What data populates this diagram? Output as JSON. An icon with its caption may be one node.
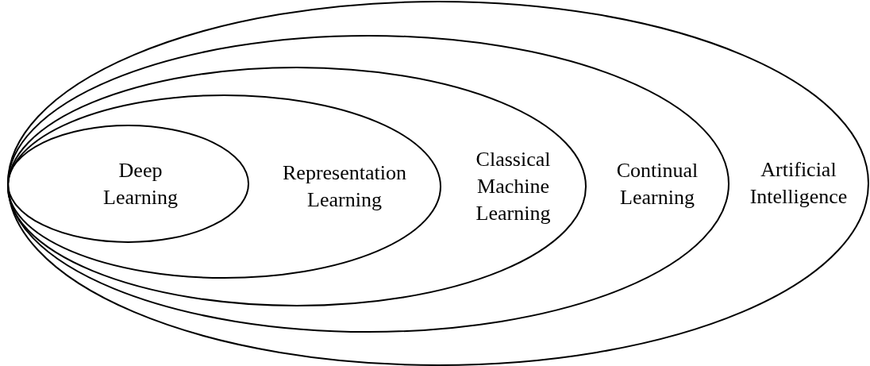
{
  "diagram": {
    "nodes": [
      {
        "text": [
          "Artificial Intelligence"
        ]
      },
      {
        "text": [
          "Continual Learning"
        ],
        "in": 0
      },
      {
        "text": [
          "Classical Machine Learning"
        ],
        "in": 1
      },
      {
        "text": [
          "Representation Learning"
        ],
        "in": 2
      },
      {
        "text": [
          "Deep Learning"
        ],
        "in": 3
      }
    ]
  }
}
